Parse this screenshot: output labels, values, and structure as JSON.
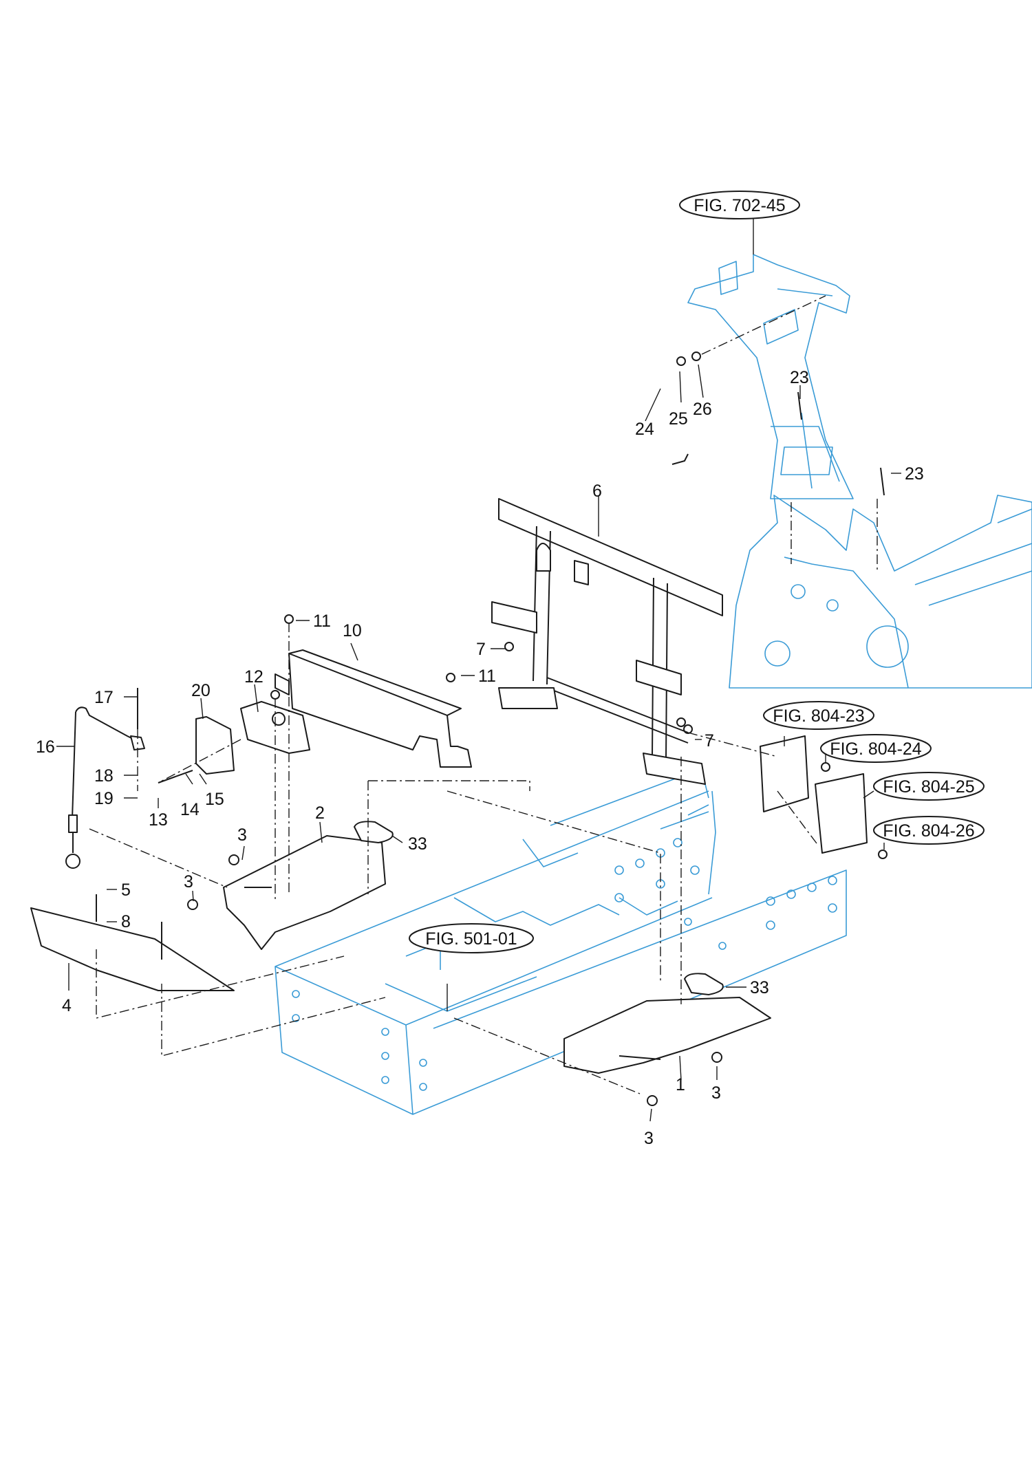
{
  "callouts": {
    "c1": "1",
    "c2": "2",
    "c3a": "3",
    "c3b": "3",
    "c3c": "3",
    "c3d": "3",
    "c4": "4",
    "c5": "5",
    "c6": "6",
    "c7a": "7",
    "c7b": "7",
    "c8": "8",
    "c10": "10",
    "c11a": "11",
    "c11b": "11",
    "c12": "12",
    "c13": "13",
    "c14": "14",
    "c15": "15",
    "c16": "16",
    "c17": "17",
    "c18": "18",
    "c19": "19",
    "c20": "20",
    "c23a": "23",
    "c23b": "23",
    "c24": "24",
    "c25": "25",
    "c26": "26",
    "c33a": "33",
    "c33b": "33"
  },
  "references": {
    "fig_702_45": "FIG. 702-45",
    "fig_804_23": "FIG. 804-23",
    "fig_804_24": "FIG. 804-24",
    "fig_804_25": "FIG. 804-25",
    "fig_804_26": "FIG. 804-26",
    "fig_501_01": "FIG. 501-01"
  },
  "colors": {
    "line": "#1a1a1a",
    "reference_frame": "#3a9bd6",
    "background": "#ffffff"
  }
}
